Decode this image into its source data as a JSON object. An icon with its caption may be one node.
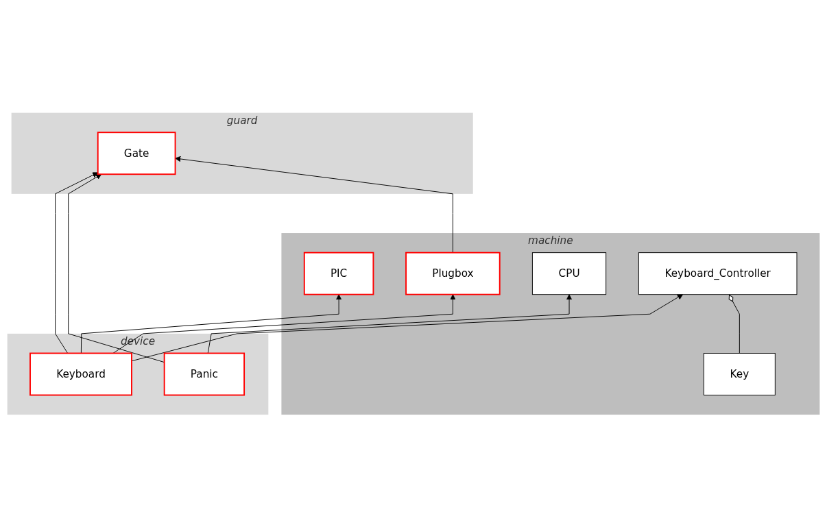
{
  "diagram": {
    "nodes": [
      {
        "text": [
          "machine"
        ]
      },
      {
        "text": [
          "PIC"
        ],
        "in": 0
      },
      {
        "text": [
          "Plugbox"
        ],
        "in": 0
      },
      {
        "text": [
          "Key"
        ],
        "in": 0
      },
      {
        "text": [
          "CPU"
        ],
        "in": 0
      },
      {
        "text": [
          "Keyboard_Controller"
        ],
        "in": 0
      },
      {
        "text": [
          "guard"
        ]
      },
      {
        "text": [
          "Gate"
        ],
        "in": 6
      },
      {
        "text": [
          "device"
        ]
      },
      {
        "text": [
          "Panic"
        ],
        "in": 8
      },
      {
        "text": [
          "Keyboard"
        ],
        "in": 8
      }
    ],
    "edges": [
      {
        "from": 3,
        "to": 5,
        "arrow": "other"
      },
      {
        "from": 10,
        "to": 1,
        "arrow": "to"
      },
      {
        "from": 10,
        "to": 2,
        "arrow": "to"
      },
      {
        "from": 2,
        "to": 7,
        "arrow": "to"
      },
      {
        "from": 9,
        "to": 4,
        "arrow": "to"
      },
      {
        "from": 9,
        "to": 7,
        "arrow": "to"
      },
      {
        "from": 10,
        "to": 7,
        "arrow": "to"
      },
      {
        "from": 10,
        "to": 5,
        "arrow": "to"
      }
    ]
  }
}
